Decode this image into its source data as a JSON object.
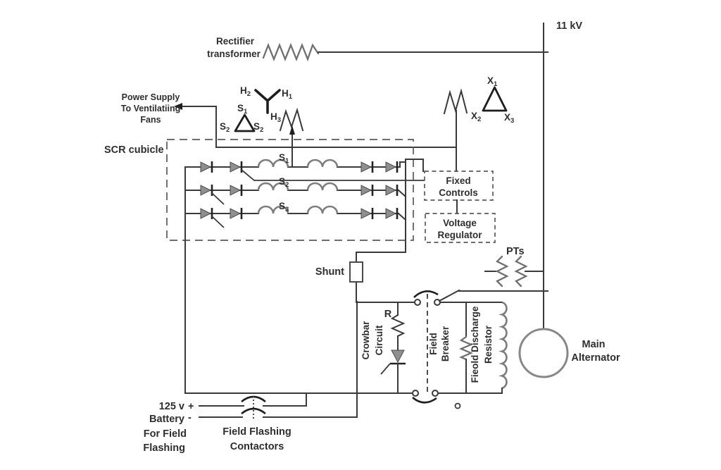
{
  "colors": {
    "background": "#ffffff",
    "line": "#3a3a3a",
    "gray_device": "#8f8f8f",
    "coil_gray": "#7d7d7d"
  },
  "labels": {
    "bus_voltage": "11 kV",
    "rectifier_transformer": {
      "line1": "Rectifier",
      "line2": "transformer"
    },
    "ventilating": {
      "line1": "Power Supply",
      "line2": "To Ventilatiing",
      "line3": "Fans"
    },
    "scr_cubicle": "SCR cubicle",
    "fixed_controls": {
      "line1": "Fixed",
      "line2": "Controls"
    },
    "voltage_regulator": {
      "line1": "Voltage",
      "line2": "Regulator"
    },
    "shunt": "Shunt",
    "pts": "PTs",
    "resistor_r": "R",
    "crowbar": {
      "line1": "Crowbar",
      "line2": "Circuit"
    },
    "field_breaker": {
      "line1": "Field",
      "line2": "Breaker"
    },
    "field_discharge": {
      "line1": "Fieold Discharge",
      "line2": "Resistor"
    },
    "main_alternator": {
      "line1": "Main",
      "line2": "Alternator"
    },
    "battery": {
      "line1": "125 v",
      "line2": "Battery",
      "line3": "For Field",
      "line4": "Flashing",
      "plus": "+",
      "minus": "-"
    },
    "contactors": {
      "line1": "Field Flashing",
      "line2": "Contactors"
    }
  },
  "winding": {
    "h1": {
      "base": "H",
      "sub": "1"
    },
    "h2": {
      "base": "H",
      "sub": "2"
    },
    "h3": {
      "base": "H",
      "sub": "3"
    },
    "s_top": {
      "base": "S",
      "sub": "1"
    },
    "s_left": {
      "base": "S",
      "sub": "2"
    },
    "s_right": {
      "base": "S",
      "sub": "2"
    },
    "x1": {
      "base": "X",
      "sub": "1"
    },
    "x2": {
      "base": "X",
      "sub": "2"
    },
    "x3": {
      "base": "X",
      "sub": "3"
    },
    "bridge_s1": {
      "base": "S",
      "sub": "1"
    },
    "bridge_s2": {
      "base": "S",
      "sub": "2"
    },
    "bridge_s3": {
      "base": "S",
      "sub": "3"
    }
  }
}
